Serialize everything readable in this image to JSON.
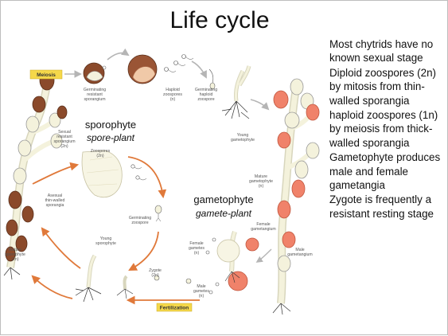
{
  "slide": {
    "title": "Life cycle",
    "bullets": [
      "Most chytrids have no known sexual stage",
      "Diploid zoospores (2n) by mitosis from thin-walled sporangia",
      "haploid zoospores (1n) by meiosis from thick-walled sporangia",
      "Gametophyte produces male and female gametangia",
      "Zygote is frequently a resistant resting stage"
    ]
  },
  "diagram": {
    "sporophyte_title": "sporophyte",
    "sporophyte_sub": "spore-plant",
    "gametophyte_title": "gametophyte",
    "gametophyte_sub": "gamete-plant",
    "meiosis_label": "Meiosis",
    "fertilization_label": "Fertilization",
    "small_labels": {
      "germinating_resistant_sporangium": [
        "Germinating",
        "resistant",
        "sporangium"
      ],
      "haploid_zoospores": [
        "Haploid",
        "zoospores",
        "(n)"
      ],
      "germinating_haploid_zoospore": [
        "Germinating",
        "haploid",
        "zoospore"
      ],
      "young_gametophyte": [
        "Young",
        "gametophyte"
      ],
      "sexual_resistant_sporangium": [
        "Sexual",
        "resistant",
        "sporangium",
        "(2n)"
      ],
      "zoospores": [
        "Zoospores",
        "(2n)"
      ],
      "asexual_sporangia": [
        "Asexual",
        "thin-walled",
        "sporangia"
      ],
      "germinating_zoospore": [
        "Germinating",
        "zoospore"
      ],
      "mature_gametophyte": [
        "Mature",
        "gametophyte",
        "(n)"
      ],
      "female_gametangium": [
        "Female",
        "gametangium"
      ],
      "young_sporophyte": [
        "Young",
        "sporophyte"
      ],
      "female_gametes": [
        "Female",
        "gametes",
        "(n)"
      ],
      "male_gametangium": [
        "Male",
        "gametangium"
      ],
      "mature_sporophyte": [
        "Mature",
        "sporophyte",
        "(2n)"
      ],
      "zygote": [
        "Zygote",
        "(2n)"
      ],
      "male_gametes": [
        "Male",
        "gametes",
        "(n)"
      ]
    }
  },
  "colors": {
    "sporangium_brown": "#8b4a2b",
    "gametangium_orange": "#f0826a",
    "arrow_orange": "#e0793a",
    "arrow_gray": "#a9a9a9",
    "hypha_cream": "#f4f2dc",
    "label_yellow": "#f5d84a"
  }
}
